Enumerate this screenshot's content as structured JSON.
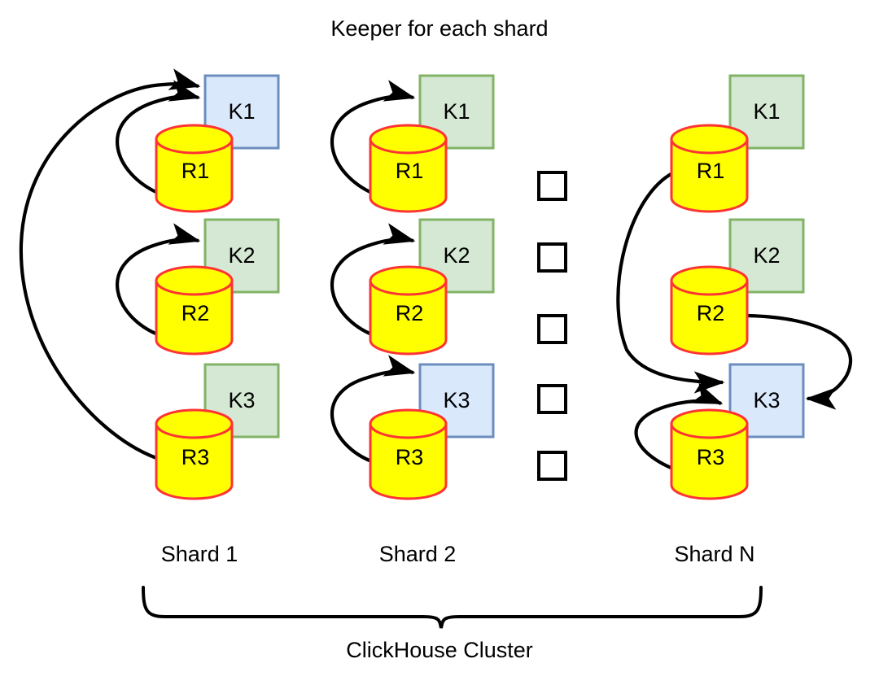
{
  "diagram": {
    "title": "Keeper for each shard",
    "cluster_label": "ClickHouse Cluster",
    "colors": {
      "keeper_highlight_fill": "#dae8fc",
      "keeper_highlight_stroke": "#6c8ebf",
      "keeper_normal_fill": "#d5e8d4",
      "keeper_normal_stroke": "#82b366",
      "replica_fill": "#ffff00",
      "replica_stroke": "#ff3333",
      "edge_color": "#000000",
      "background": "#ffffff"
    },
    "shards": [
      {
        "label": "Shard 1",
        "keepers": [
          {
            "label": "K1",
            "state": "highlighted"
          },
          {
            "label": "K2",
            "state": "normal"
          },
          {
            "label": "K3",
            "state": "normal"
          }
        ],
        "replicas": [
          {
            "label": "R1"
          },
          {
            "label": "R2"
          },
          {
            "label": "R3"
          }
        ]
      },
      {
        "label": "Shard 2",
        "keepers": [
          {
            "label": "K1",
            "state": "normal"
          },
          {
            "label": "K2",
            "state": "normal"
          },
          {
            "label": "K3",
            "state": "highlighted"
          }
        ],
        "replicas": [
          {
            "label": "R1"
          },
          {
            "label": "R2"
          },
          {
            "label": "R3"
          }
        ]
      },
      {
        "label": "Shard N",
        "keepers": [
          {
            "label": "K1",
            "state": "normal"
          },
          {
            "label": "K2",
            "state": "normal"
          },
          {
            "label": "K3",
            "state": "highlighted"
          }
        ],
        "replicas": [
          {
            "label": "R1"
          },
          {
            "label": "R2"
          },
          {
            "label": "R3"
          }
        ]
      }
    ],
    "ellipsis": {
      "icon": "square-dot-icon",
      "count": 5
    },
    "connections": [
      {
        "from": "shard1.R1",
        "to": "shard1.K1"
      },
      {
        "from": "shard1.R3",
        "to": "shard1.K1"
      },
      {
        "from": "shard1.R2",
        "to": "shard1.K2"
      },
      {
        "from": "shard2.R1",
        "to": "shard2.K1"
      },
      {
        "from": "shard2.R2",
        "to": "shard2.K2"
      },
      {
        "from": "shard2.R3",
        "to": "shard2.K3"
      },
      {
        "from": "shardN.R1",
        "to": "shardN.K3"
      },
      {
        "from": "shardN.R2",
        "to": "shardN.K3"
      },
      {
        "from": "shardN.R3",
        "to": "shardN.K3"
      }
    ]
  }
}
